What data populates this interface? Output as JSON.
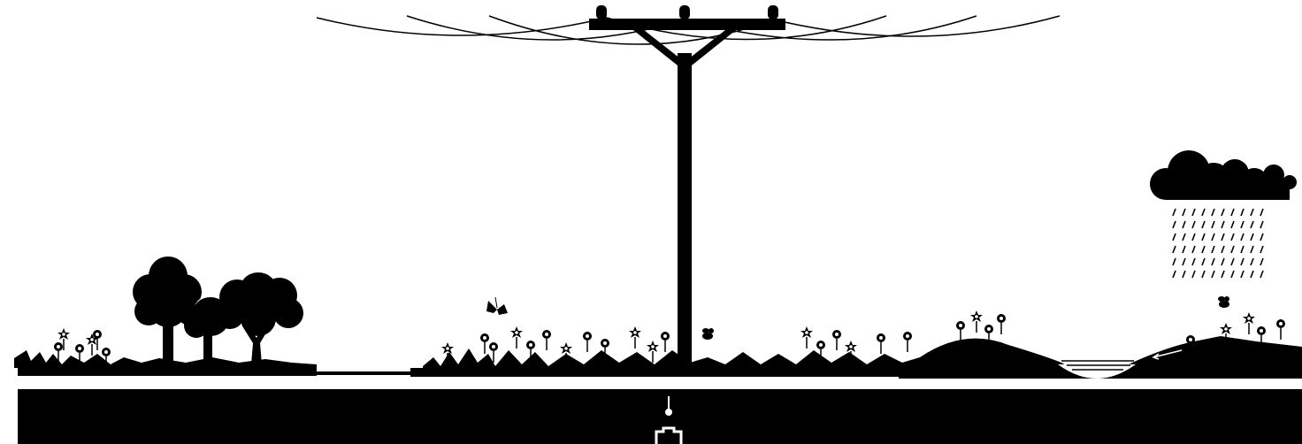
{
  "scene": {
    "description_free": true,
    "colors": {
      "ink": "#000000",
      "background": "#ffffff"
    },
    "elements": {
      "left_ground": "grass-strip",
      "trees": [
        "tree-icon",
        "tree-icon",
        "tree-icon"
      ],
      "utility_pole": "utility-pole-icon",
      "power_lines": "power-lines",
      "butterfly": "butterfly-icon",
      "bees": [
        "bee-icon",
        "bee-icon"
      ],
      "swale": "swale-with-water",
      "rain_cloud": "rain-cloud-icon",
      "underground_band": "soil-band",
      "pipe_marker": "underground-marker-icon"
    }
  }
}
